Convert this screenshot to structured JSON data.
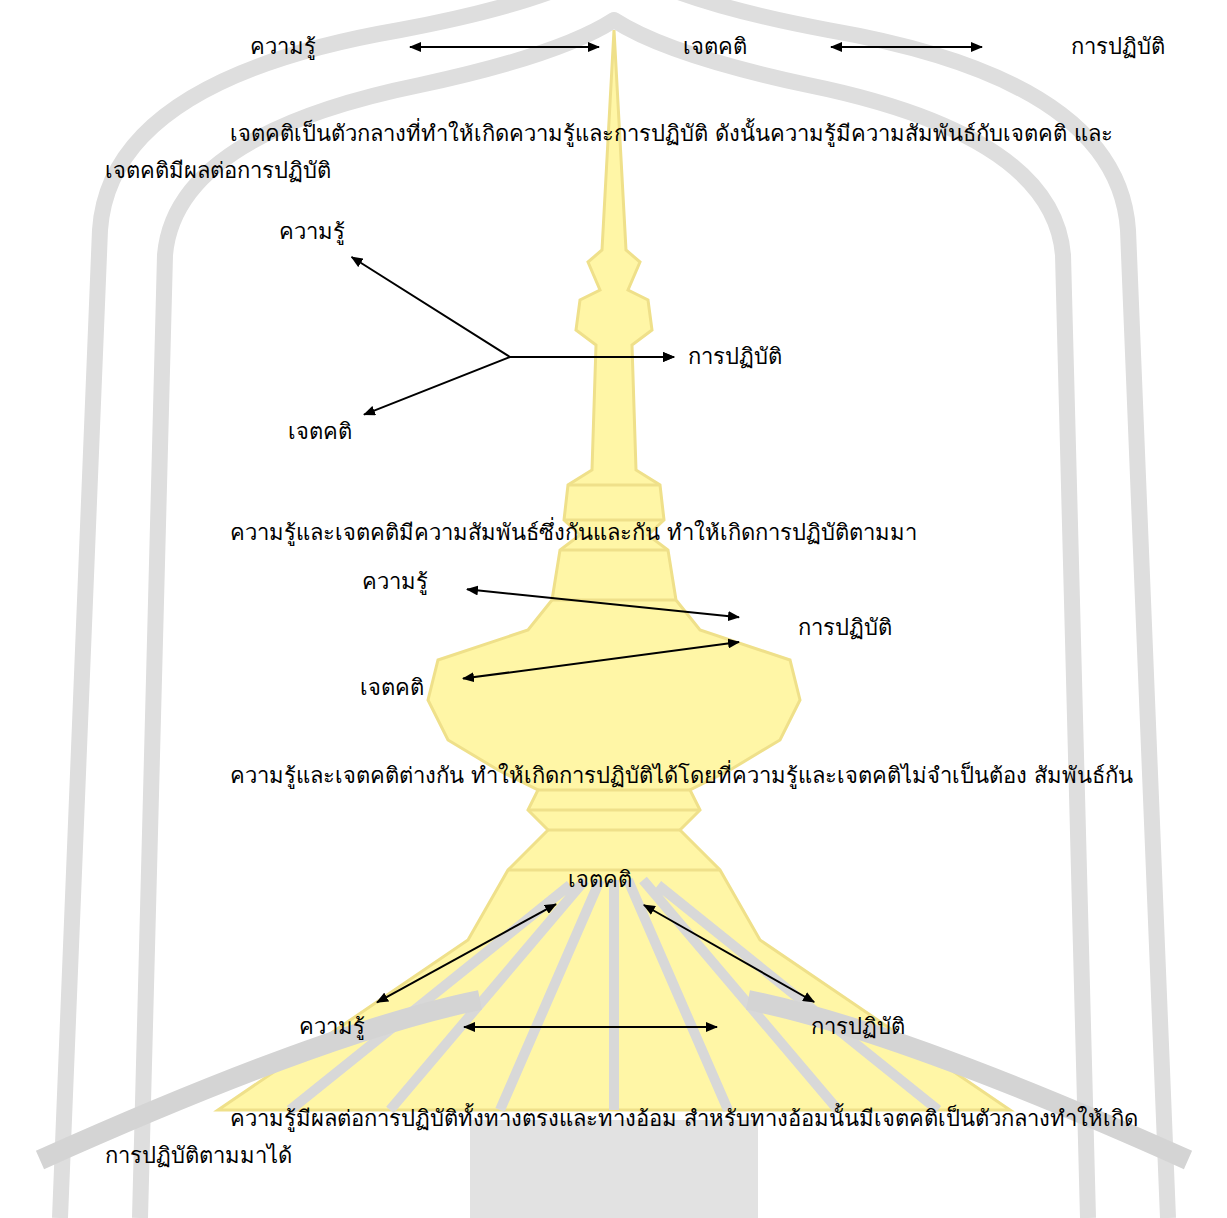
{
  "diagram": {
    "nodes": [
      {
        "text": [
          "ความรู้"
        ]
      },
      {
        "text": [
          "เจตคติ"
        ]
      },
      {
        "text": [
          "การปฏิบัติ"
        ]
      },
      {
        "text": [
          "ความรู้"
        ]
      },
      {
        "text": [
          "การปฏิบัติ"
        ]
      },
      {
        "text": [
          "เจตคติ"
        ]
      },
      {
        "text": [
          "ความรู้"
        ]
      },
      {
        "text": [
          "การปฏิบัติ"
        ]
      },
      {
        "text": [
          "เจตคติ"
        ]
      },
      {
        "text": [
          "เจตคติ"
        ]
      },
      {
        "text": [
          "ความรู้"
        ]
      },
      {
        "text": [
          "การปฏิบัติ"
        ]
      }
    ],
    "edges": [
      {
        "from": 0,
        "to": 1,
        "arrow": "both"
      },
      {
        "from": 1,
        "to": 2,
        "arrow": "both"
      },
      {
        "from": 3,
        "to": 4,
        "arrow": "both"
      },
      {
        "from": 5,
        "to": 4,
        "arrow": "both"
      },
      {
        "from": 6,
        "to": 7,
        "arrow": "both"
      },
      {
        "from": 8,
        "to": 7,
        "arrow": "both"
      },
      {
        "from": 9,
        "to": 10,
        "arrow": "both"
      },
      {
        "from": 9,
        "to": 11,
        "arrow": "both"
      },
      {
        "from": 10,
        "to": 11,
        "arrow": "both"
      }
    ],
    "labels": [
      "เจตคติเป็นตัวกลางที่ทำให้เกิดความรู้และการปฏิบัติ ดังนั้นความรู้มีความสัมพันธ์กับเจตคติ และเจตคติมีผลต่อการปฏิบัติ",
      "ความรู้และเจตคติมีความสัมพันธ์ซึ่งกันและกัน ทำให้เกิดการปฏิบัติตามมา",
      "ความรู้และเจตคติต่างกัน ทำให้เกิดการปฏิบัติได้โดยที่ความรู้และเจตคติไม่จำเป็นต้อง สัมพันธ์กัน",
      "ความรู้มีผลต่อการปฏิบัติทั้งทางตรงและทางอ้อม สำหรับทางอ้อมนั้นมีเจตคติเป็นตัวกลางทำให้เกิดการปฏิบัติตามมาได้"
    ]
  }
}
